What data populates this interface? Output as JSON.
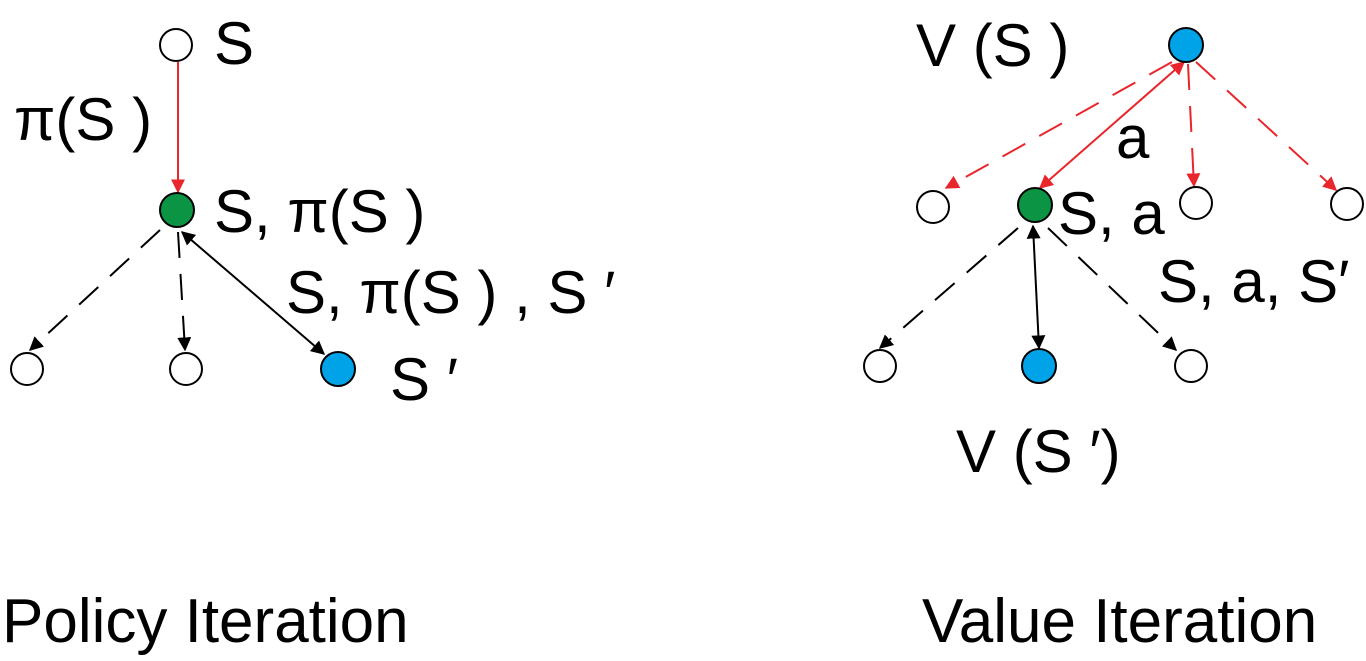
{
  "colors": {
    "red_edge": "#e8262b",
    "black_edge": "#000000",
    "node_green": "#0b9444",
    "node_blue": "#00a3e8",
    "node_empty": "#ffffff"
  },
  "policy_iteration": {
    "caption": "Policy Iteration",
    "labels": {
      "s": "S",
      "pi_s": "π(S )",
      "s_pi_s": "S, π(S )",
      "s_pi_s_sprime": "S, π(S ) , S ′",
      "s_prime": "S ′"
    }
  },
  "value_iteration": {
    "caption": "Value Iteration",
    "labels": {
      "v_s": "V (S )",
      "a": "a",
      "s_a": "S, a",
      "s_a_sprime": "S, a, S′",
      "v_sprime": "V (S ′)"
    }
  }
}
